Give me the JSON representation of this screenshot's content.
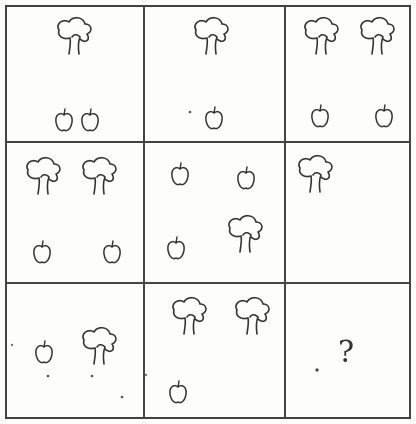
{
  "puzzle": {
    "rows": 3,
    "cols": 3,
    "cells": [
      {
        "trees": 1,
        "apples": 2
      },
      {
        "trees": 1,
        "apples": 1
      },
      {
        "trees": 2,
        "apples": 2
      },
      {
        "trees": 2,
        "apples": 2
      },
      {
        "trees": 1,
        "apples": 3
      },
      {
        "trees": 1,
        "apples": 0
      },
      {
        "trees": 1,
        "apples": 1
      },
      {
        "trees": 2,
        "apples": 1
      },
      {
        "trees": 0,
        "apples": 0,
        "unknown": true
      }
    ],
    "question_mark": "?",
    "colors": {
      "ink": "#333333",
      "grid": "#444444",
      "paper": "#fdfdfb"
    }
  }
}
